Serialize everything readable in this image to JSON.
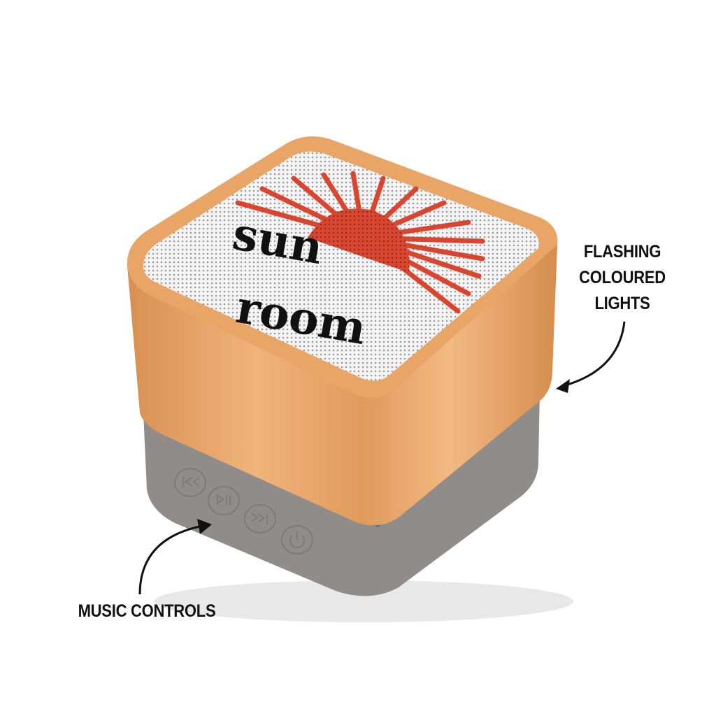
{
  "product": {
    "logo_text": [
      "sun",
      "room"
    ],
    "colors": {
      "bamboo": "#e6a468",
      "base": "#8f8c89",
      "grille": "#f2f2f2",
      "sun": "#d9452f",
      "led_start": "#3fbf3a",
      "led_end": "#1d3fc4"
    },
    "buttons": [
      {
        "icon": "previous-track-icon"
      },
      {
        "icon": "play-pause-icon"
      },
      {
        "icon": "next-track-icon"
      },
      {
        "icon": "power-icon"
      }
    ]
  },
  "annotations": {
    "lights": [
      "FLASHING",
      "COLOURED",
      "LIGHTS"
    ],
    "controls": "MUSIC CONTROLS"
  }
}
